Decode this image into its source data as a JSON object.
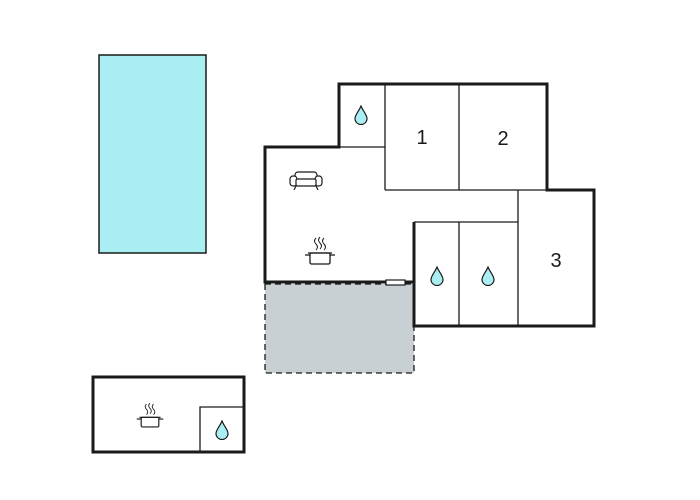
{
  "colors": {
    "pool": "#a8eef2",
    "terrace": "#c9d0d3",
    "water_drop": "#a8eef2",
    "wall": "#1a1a1a"
  },
  "rooms": {
    "bedroom_1": "1",
    "bedroom_2": "2",
    "bedroom_3": "3"
  },
  "icons": {
    "bathroom": "water-drop-icon",
    "living": "sofa-icon",
    "kitchen": "cooking-pot-icon"
  }
}
